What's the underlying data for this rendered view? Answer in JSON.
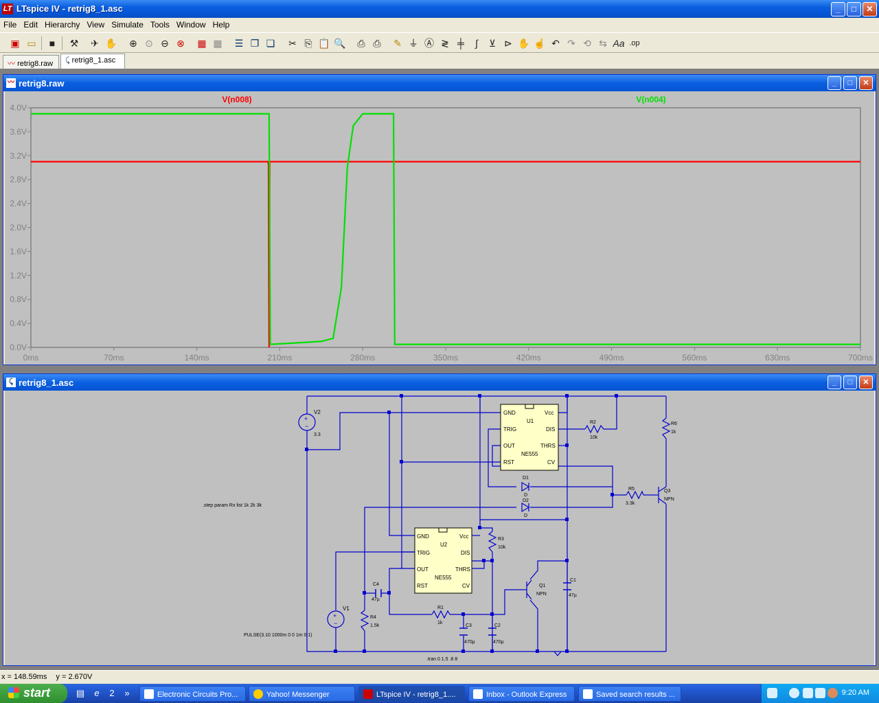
{
  "window": {
    "title": "LTspice IV - retrig8_1.asc",
    "logo": "LT",
    "min": "_",
    "max": "□",
    "close": "✕"
  },
  "menu": [
    "File",
    "Edit",
    "Hierarchy",
    "View",
    "Simulate",
    "Tools",
    "Window",
    "Help"
  ],
  "tabs": [
    {
      "label": "retrig8.raw",
      "icon": "waveform-icon"
    },
    {
      "label": "retrig8_1.asc",
      "icon": "schematic-icon"
    }
  ],
  "plot_window": {
    "title": "retrig8.raw",
    "icon": "waveform-icon"
  },
  "schematic_window": {
    "title": "retrig8_1.asc",
    "icon": "schematic-icon"
  },
  "chart_data": {
    "type": "line",
    "xlabel": "",
    "ylabel": "",
    "xlim": [
      0,
      700
    ],
    "ylim": [
      0,
      4.0
    ],
    "x_ticks": [
      "0ms",
      "70ms",
      "140ms",
      "210ms",
      "280ms",
      "350ms",
      "420ms",
      "490ms",
      "560ms",
      "630ms",
      "700ms"
    ],
    "y_ticks": [
      "0.0V",
      "0.4V",
      "0.8V",
      "1.2V",
      "1.6V",
      "2.0V",
      "2.4V",
      "2.8V",
      "3.2V",
      "3.6V",
      "4.0V"
    ],
    "grid": false,
    "series": [
      {
        "name": "V(n008)",
        "color": "#ff0000",
        "x": [
          0,
          200,
          200.5,
          201,
          201.5,
          202,
          700
        ],
        "y": [
          3.1,
          3.1,
          3.05,
          0.0,
          3.1,
          3.1,
          3.1
        ]
      },
      {
        "name": "V(n004)",
        "color": "#00e000",
        "x": [
          0,
          201,
          202,
          220,
          245,
          255,
          262,
          267,
          272,
          280,
          300,
          306,
          307,
          700
        ],
        "y": [
          3.9,
          3.9,
          0.05,
          0.07,
          0.1,
          0.15,
          1.0,
          3.0,
          3.7,
          3.9,
          3.9,
          3.9,
          0.05,
          0.05
        ]
      }
    ]
  },
  "schematic": {
    "components": [
      {
        "ref": "V2",
        "value": "3.3"
      },
      {
        "ref": "V1",
        "value": "PULSE(3.10 1000m 0 0 1m 0 1)"
      },
      {
        "ref": "U1",
        "value": "NE555"
      },
      {
        "ref": "U2",
        "value": "NE555"
      },
      {
        "ref": "R1",
        "value": "1k"
      },
      {
        "ref": "R2",
        "value": "10k"
      },
      {
        "ref": "R3",
        "value": "10k"
      },
      {
        "ref": "R4",
        "value": "1.5k"
      },
      {
        "ref": "R5",
        "value": "3.3k"
      },
      {
        "ref": "R6",
        "value": "1k"
      },
      {
        "ref": "C1",
        "value": "47µ"
      },
      {
        "ref": "C2",
        "value": "470µ"
      },
      {
        "ref": "C3",
        "value": "470µ"
      },
      {
        "ref": "C4",
        "value": "47µ"
      },
      {
        "ref": "D1",
        "value": "D"
      },
      {
        "ref": "D2",
        "value": "D"
      },
      {
        "ref": "Q1",
        "value": "NPN"
      },
      {
        "ref": "Q3",
        "value": "NPN"
      }
    ],
    "pins_555": {
      "gnd": "GND",
      "vcc": "Vcc",
      "trig": "TRIG",
      "dis": "DIS",
      "out": "OUT",
      "thrs": "THRS",
      "rst": "RST",
      "cv": "CV"
    },
    "directive_step": ".step param Rx list 1k 2k 3k",
    "directive_tran": ".tran 0 1.5 .8 8"
  },
  "status": {
    "x": "x = 148.59ms",
    "y": "y = 2.670V"
  },
  "taskbar": {
    "start": "start",
    "quicklaunch_count": "2",
    "tasks": [
      "Electronic Circuits Pro...",
      "Yahoo! Messenger",
      "LTspice IV - retrig8_1....",
      "Inbox - Outlook Express",
      "Saved search results ..."
    ],
    "active_task": 2,
    "clock": "9:20 AM"
  }
}
